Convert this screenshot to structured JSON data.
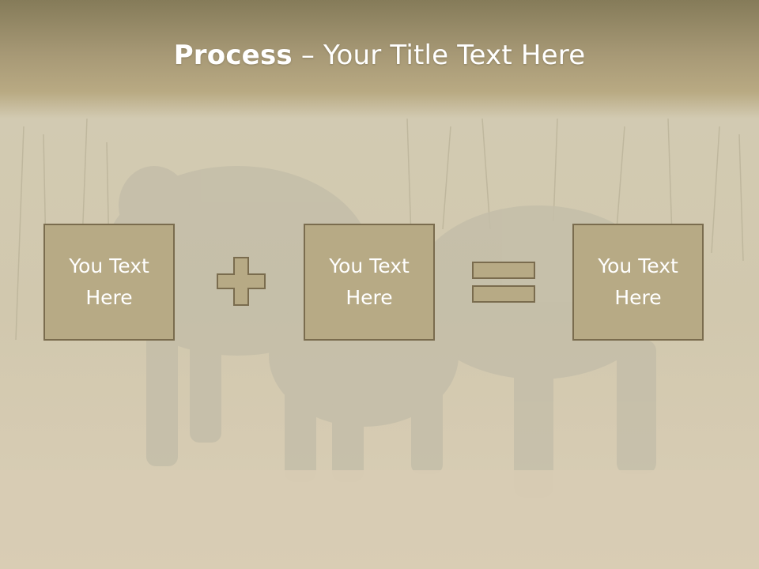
{
  "slide": {
    "title_bold": "Process",
    "title_rest": " – Your Title Text Here",
    "boxes": [
      {
        "text": "You Text Here"
      },
      {
        "text": "You Text Here"
      },
      {
        "text": "You Text Here"
      }
    ],
    "operators": [
      "plus-icon",
      "equals-icon"
    ],
    "background": "faded elephant herd photo",
    "colors": {
      "title_band": "#a69875",
      "box_fill": "#b7aa85",
      "box_border": "#7a6c4e",
      "text": "#ffffff"
    }
  }
}
